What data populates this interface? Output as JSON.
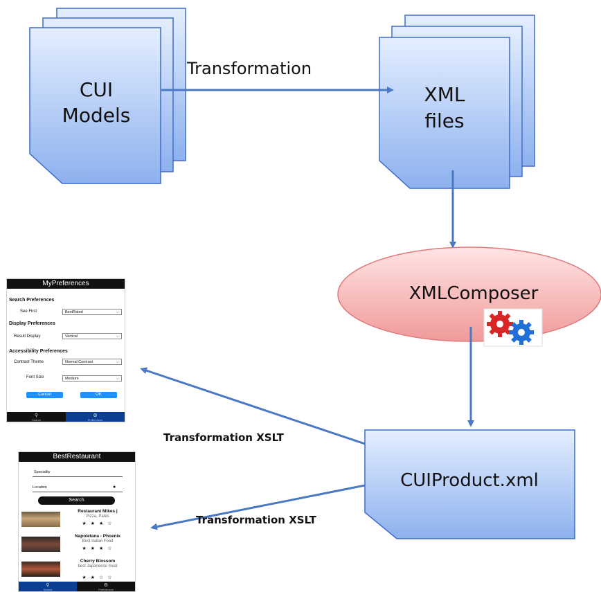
{
  "colors": {
    "document_fill_light": "#dce8ff",
    "document_fill_dark": "#8fb3f0",
    "document_stroke": "#3f6cc9",
    "arrow": "#4a78c2",
    "ellipse_fill_light": "#ffd9d9",
    "ellipse_fill_dark": "#f4a6a6",
    "ellipse_stroke": "#e07a7a",
    "button_blue": "#1e90ff"
  },
  "nodes": {
    "cui_models": {
      "line1": "CUI",
      "line2": "Models"
    },
    "xml_files": {
      "line1": "XML",
      "line2": "files"
    },
    "xml_composer": {
      "label": "XMLComposer",
      "icon": "gears-icon"
    },
    "cui_product": {
      "label": "CUIProduct.xml"
    }
  },
  "edges": {
    "models_to_xml": "Transformation",
    "product_to_prefs": "Transformation XSLT",
    "product_to_restaurant": "Transformation XSLT"
  },
  "pref_screen": {
    "title": "MyPreferences",
    "search_section": "Search Preferences",
    "see_first_label": "See First",
    "see_first_value": "BestRated",
    "display_section": "Display Preferences",
    "result_display_label": "Result Display",
    "result_display_value": "Vertical",
    "accessibility_section": "Accessibility Preferences",
    "contrast_label": "Contrast Theme",
    "contrast_value": "Normal Contrast",
    "font_size_label": "Font Size",
    "font_size_value": "Medium",
    "cancel": "Cancel",
    "ok": "OK",
    "tabs": [
      "Search",
      "Preferences"
    ]
  },
  "restaurant_screen": {
    "title": "BestRestaurant",
    "speciality_label": "Speciality",
    "location_label": "Location",
    "search_button": "Search",
    "results": [
      {
        "name": "Restaurant Mikes |",
        "desc": "Pizza, Pates",
        "stars": "★ ★ ★ ☆"
      },
      {
        "name": "Napoletana - Phoenix",
        "desc": "Best Italian Food",
        "stars": "★ ★ ★ ☆"
      },
      {
        "name": "Cherry Blossom",
        "desc": "best Japaneese meal",
        "stars": "★ ★ ☆ ☆"
      }
    ],
    "tabs": [
      "Search",
      "Preferences"
    ]
  }
}
